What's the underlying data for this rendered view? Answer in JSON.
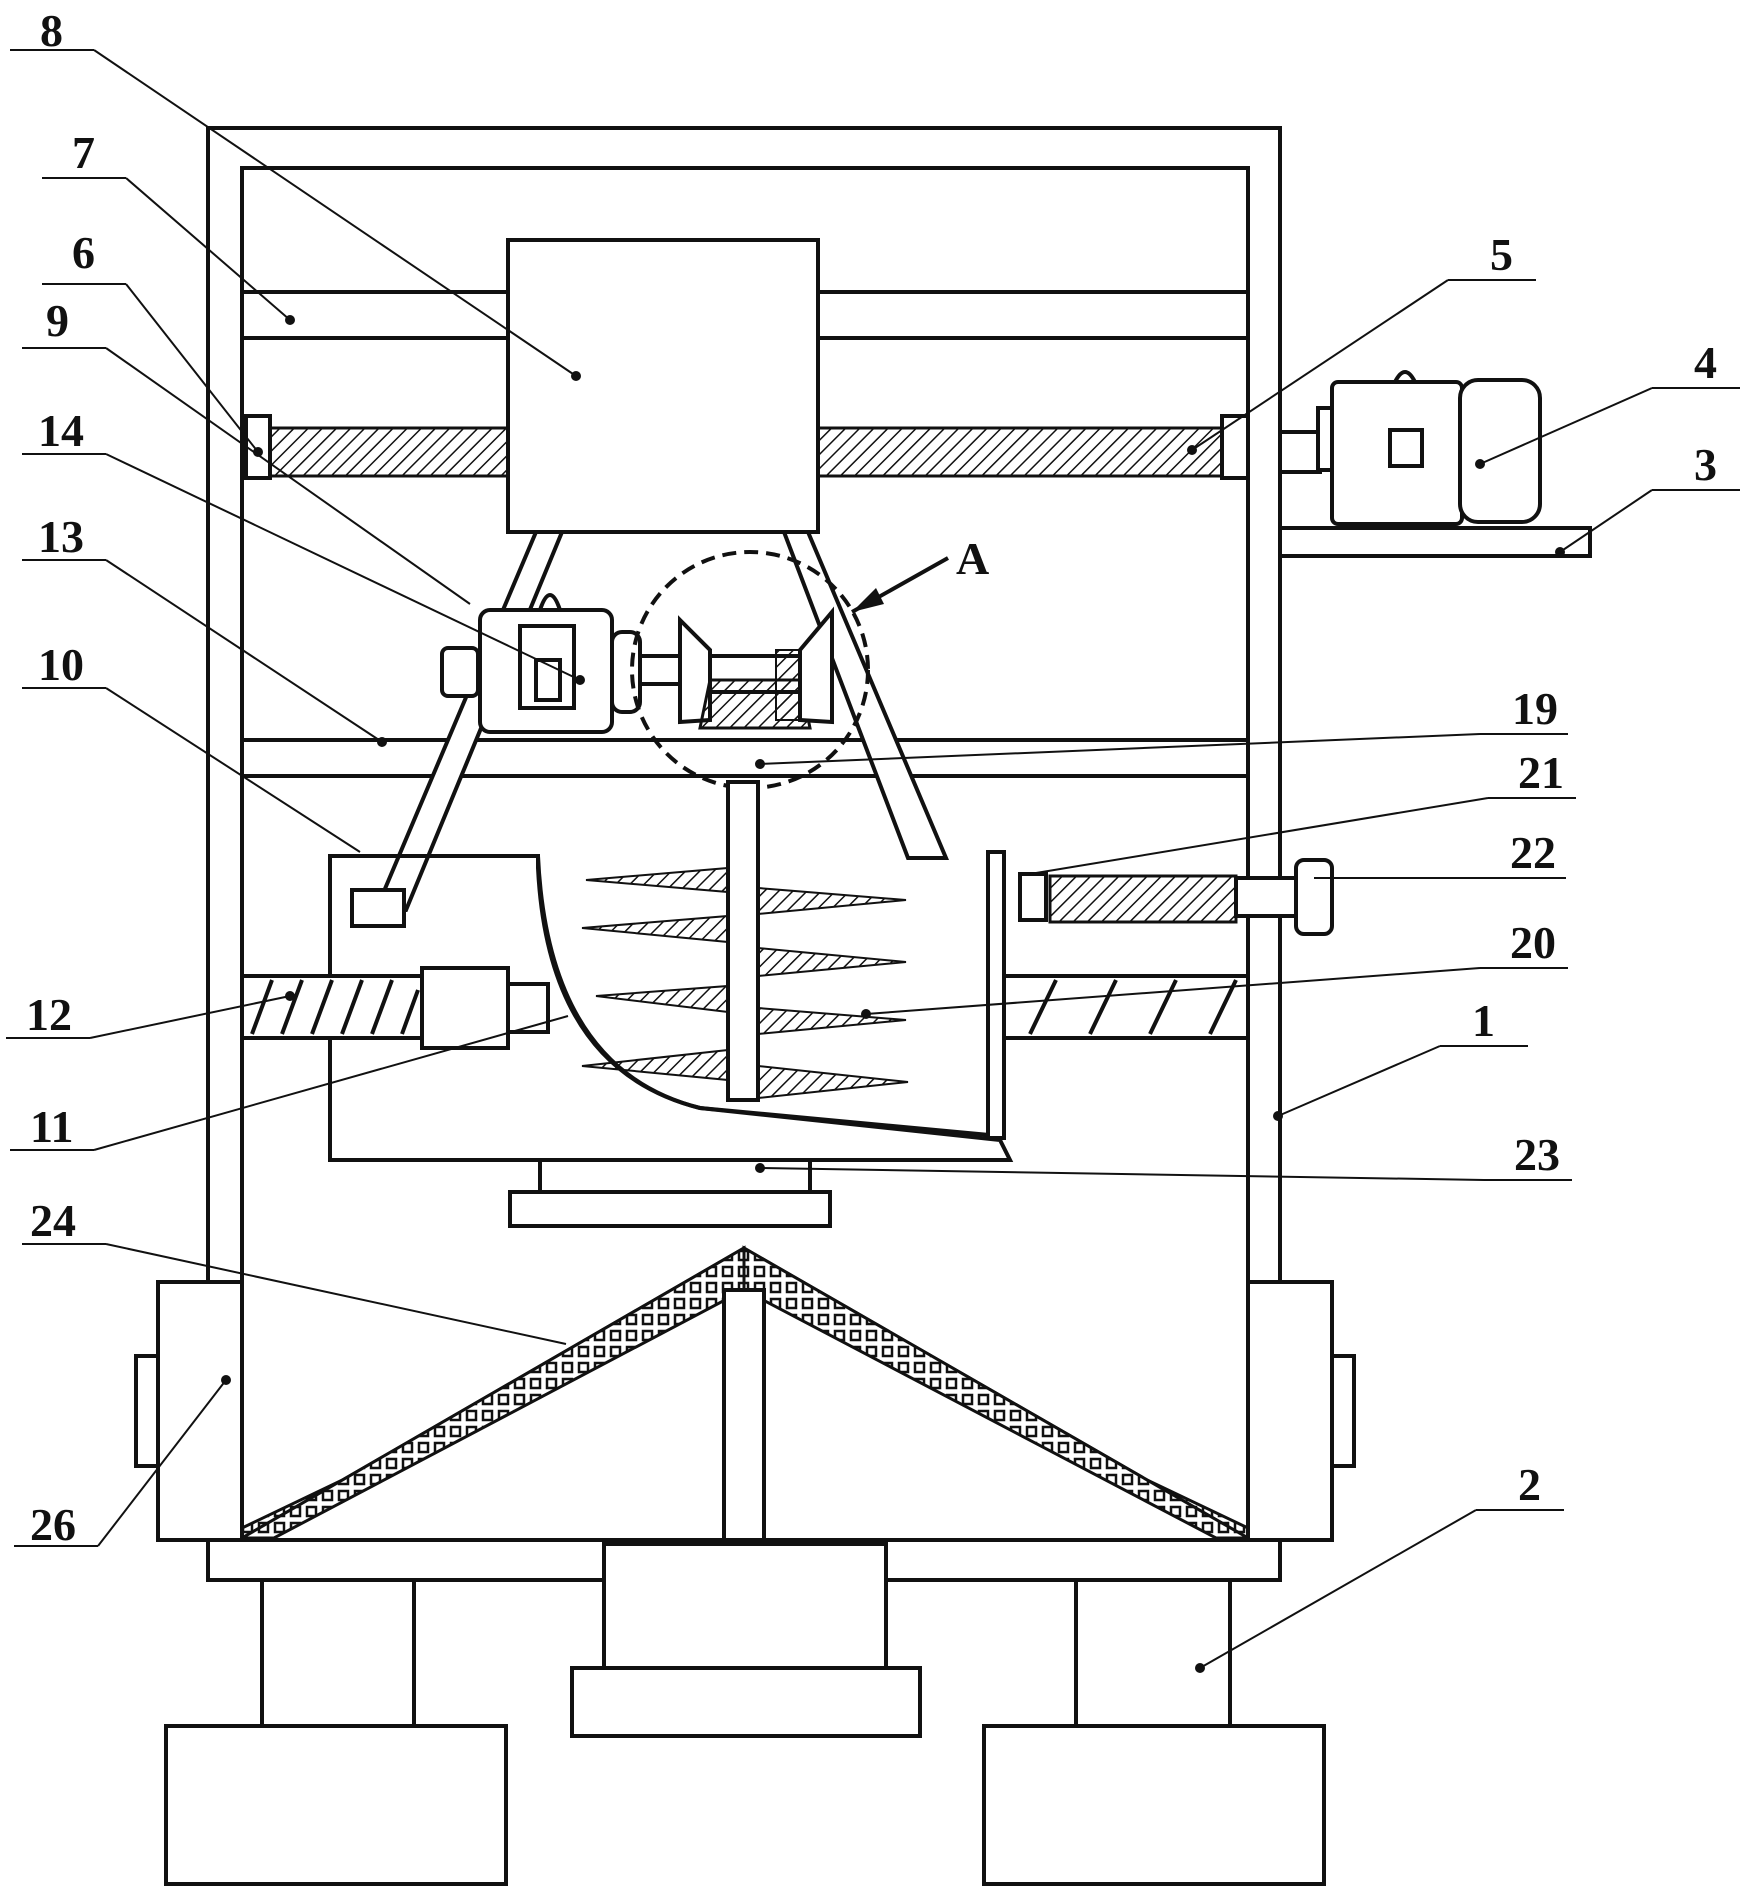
{
  "figure": {
    "labels": [
      {
        "id": "1",
        "text": "1"
      },
      {
        "id": "2",
        "text": "2"
      },
      {
        "id": "3",
        "text": "3"
      },
      {
        "id": "4",
        "text": "4"
      },
      {
        "id": "5",
        "text": "5"
      },
      {
        "id": "6",
        "text": "6"
      },
      {
        "id": "7",
        "text": "7"
      },
      {
        "id": "8",
        "text": "8"
      },
      {
        "id": "9",
        "text": "9"
      },
      {
        "id": "10",
        "text": "10"
      },
      {
        "id": "11",
        "text": "11"
      },
      {
        "id": "12",
        "text": "12"
      },
      {
        "id": "13",
        "text": "13"
      },
      {
        "id": "14",
        "text": "14"
      },
      {
        "id": "19",
        "text": "19"
      },
      {
        "id": "20",
        "text": "20"
      },
      {
        "id": "21",
        "text": "21"
      },
      {
        "id": "22",
        "text": "22"
      },
      {
        "id": "23",
        "text": "23"
      },
      {
        "id": "24",
        "text": "24"
      },
      {
        "id": "26",
        "text": "26"
      },
      {
        "id": "A",
        "text": "A"
      }
    ]
  }
}
